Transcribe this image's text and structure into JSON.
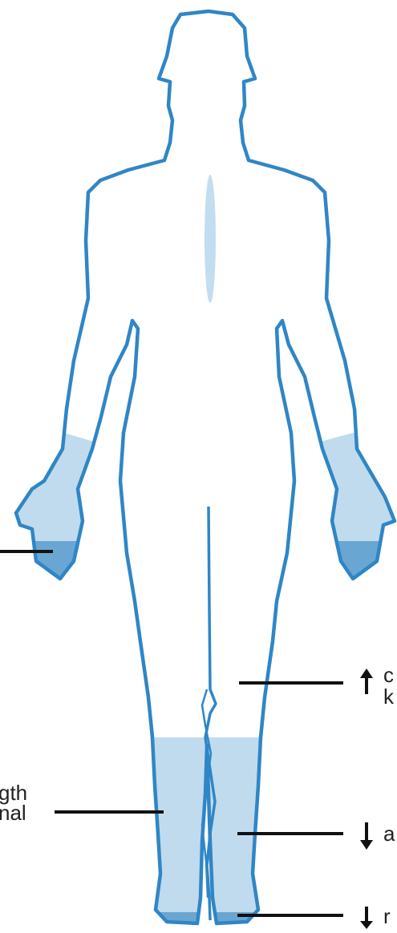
{
  "colors": {
    "outline": "#2f86c6",
    "fill_light": "#c0dbee",
    "fill_dark": "#6aa6d2",
    "spine": "#c3ddf0",
    "leader": "#111111",
    "text": "#222222"
  },
  "labels": {
    "left_upper_line1": "gth",
    "left_upper_line2": "nal",
    "right_upper_line1": "c",
    "right_upper_line2": "k",
    "right_middle": "a",
    "right_lower": "r"
  },
  "icons": {
    "arrow_up": "arrow-up-icon",
    "arrow_down": "arrow-down-icon"
  }
}
